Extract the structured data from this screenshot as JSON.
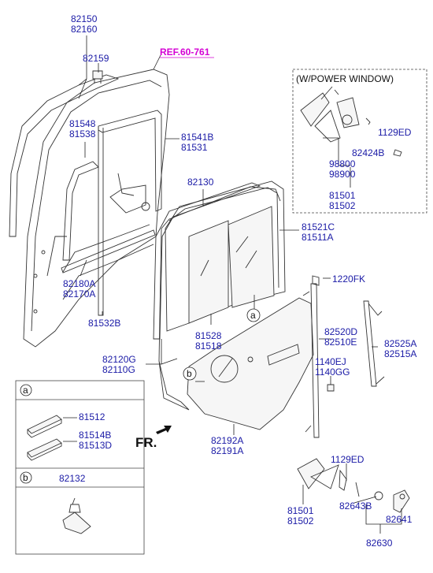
{
  "reference": "REF.60-761",
  "power_window_title": "(W/POWER WINDOW)",
  "front_label": "FR.",
  "callouts": {
    "a": "a",
    "b": "b"
  },
  "labels": {
    "p82150": "82150",
    "p82160": "82160",
    "p82159": "82159",
    "p81548": "81548",
    "p81538": "81538",
    "p81541B": "81541B",
    "p81531": "81531",
    "p82180A": "82180A",
    "p82170A": "82170A",
    "p81532B": "81532B",
    "p82130": "82130",
    "p81521C": "81521C",
    "p81511A": "81511A",
    "p81528": "81528",
    "p81518": "81518",
    "p82120G": "82120G",
    "p82110G": "82110G",
    "p1220FK": "1220FK",
    "p82520D": "82520D",
    "p82510E": "82510E",
    "p82525A": "82525A",
    "p82515A": "82515A",
    "p1140EJ": "1140EJ",
    "p1140GG": "1140GG",
    "p82192A": "82192A",
    "p82191A": "82191A",
    "p1129ED_top": "1129ED",
    "p82424B": "82424B",
    "p98800": "98800",
    "p98900": "98900",
    "p81501_top": "81501",
    "p81502_top": "81502",
    "p1129ED_bot": "1129ED",
    "p82643B": "82643B",
    "p82641": "82641",
    "p81501_bot": "81501",
    "p81502_bot": "81502",
    "p82630": "82630"
  },
  "legend": {
    "a_part1": "81512",
    "a_part2a": "81514B",
    "a_part2b": "81513D",
    "b_part": "82132"
  }
}
